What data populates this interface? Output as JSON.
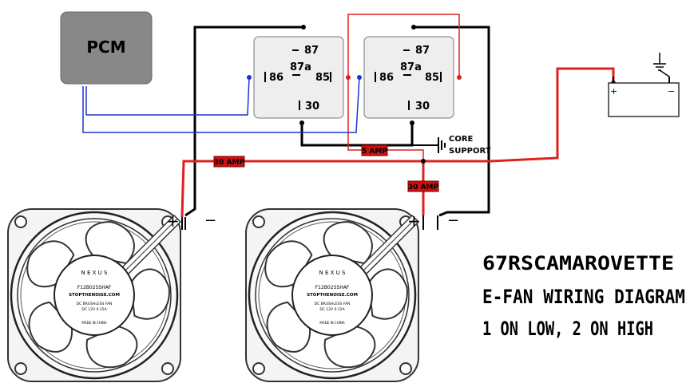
{
  "pcm": {
    "label": "PCM"
  },
  "relays": [
    {
      "pin_87": "87",
      "pin_87a": "87a",
      "pin_86": "86",
      "pin_85": "85",
      "pin_30": "30"
    },
    {
      "pin_87": "87",
      "pin_87a": "87a",
      "pin_86": "86",
      "pin_85": "85",
      "pin_30": "30"
    }
  ],
  "ground": {
    "line1": "CORE",
    "line2": "SUPPORT"
  },
  "fuses": [
    {
      "label": "30 AMP"
    },
    {
      "label": "5 AMP"
    },
    {
      "label": "30 AMP"
    }
  ],
  "battery": {
    "plus": "+",
    "minus": "−"
  },
  "fans": [
    {
      "plus": "+",
      "minus": "−",
      "brand": "N E X U S",
      "model": "F12B02SSHAF",
      "site": "STOPTHENOISE.COM",
      "desc": "DC BRUSHLESS FAN",
      "rating": "DC 12V  0.15A",
      "origin": "MADE IN CHINA"
    },
    {
      "plus": "+",
      "minus": "−",
      "brand": "N E X U S",
      "model": "F12B02SSHAF",
      "site": "STOPTHENOISE.COM",
      "desc": "DC BRUSHLESS FAN",
      "rating": "DC 12V  0.15A",
      "origin": "MADE IN CHINA"
    }
  ],
  "title": {
    "line1": "67RSCAMAROVETTE",
    "line2": "E-FAN WIRING DIAGRAM",
    "line3": "1 ON LOW, 2 ON HIGH"
  },
  "colors": {
    "power": "#e02020",
    "ground": "#000000",
    "signal": "#2233cc",
    "fuse": "#cc1111",
    "box": "#eeeeee",
    "pcm": "#888888"
  }
}
